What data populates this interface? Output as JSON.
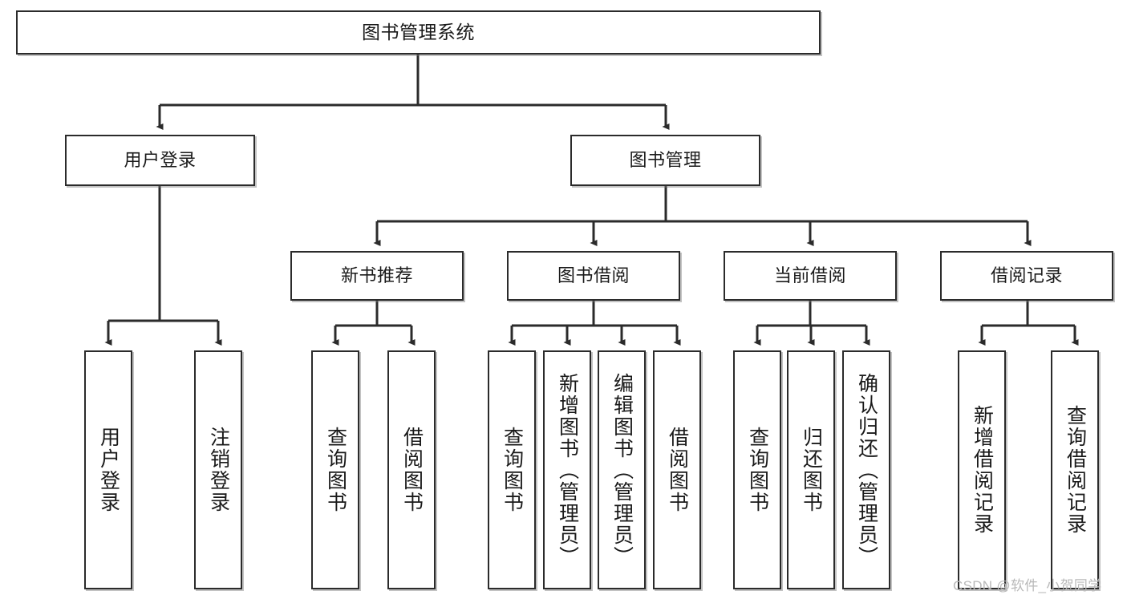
{
  "diagram": {
    "type": "tree-hierarchy",
    "title": "图书管理系统",
    "watermark": "CSDN @软件_小贺同学",
    "colors": {
      "box_border": "#2b2b2b",
      "box_fill": "#ffffff",
      "edge": "#2b2b2b",
      "text": "#1a1a1a",
      "watermark": "#b9b9b9"
    },
    "nodes": {
      "root": {
        "label": "图书管理系统",
        "level": 1
      },
      "user_login": {
        "label": "用户登录",
        "level": 2
      },
      "book_manage": {
        "label": "图书管理",
        "level": 2
      },
      "new_book_rec": {
        "label": "新书推荐",
        "level": 3
      },
      "book_borrow": {
        "label": "图书借阅",
        "level": 3
      },
      "current_borrow": {
        "label": "当前借阅",
        "level": 3
      },
      "borrow_record": {
        "label": "借阅记录",
        "level": 3
      },
      "leaf_user_login": {
        "label": "用户登录",
        "level": 4
      },
      "leaf_logout": {
        "label": "注销登录",
        "level": 4
      },
      "leaf_query_book_1": {
        "label": "查询图书",
        "level": 4
      },
      "leaf_borrow_book_1": {
        "label": "借阅图书",
        "level": 4
      },
      "leaf_query_book_2": {
        "label": "查询图书",
        "level": 4
      },
      "leaf_add_book": {
        "label": "新增图书（管理员）",
        "level": 4
      },
      "leaf_edit_book": {
        "label": "编辑图书（管理员）",
        "level": 4
      },
      "leaf_borrow_book_2": {
        "label": "借阅图书",
        "level": 4
      },
      "leaf_query_book_3": {
        "label": "查询图书",
        "level": 4
      },
      "leaf_return_book": {
        "label": "归还图书",
        "level": 4
      },
      "leaf_confirm_return": {
        "label": "确认归还（管理员）",
        "level": 4
      },
      "leaf_add_record": {
        "label": "新增借阅记录",
        "level": 4
      },
      "leaf_query_record": {
        "label": "查询借阅记录",
        "level": 4
      }
    },
    "edges": [
      {
        "from": "root",
        "to": "user_login"
      },
      {
        "from": "root",
        "to": "book_manage"
      },
      {
        "from": "user_login",
        "to": "leaf_user_login"
      },
      {
        "from": "user_login",
        "to": "leaf_logout"
      },
      {
        "from": "book_manage",
        "to": "new_book_rec"
      },
      {
        "from": "book_manage",
        "to": "book_borrow"
      },
      {
        "from": "book_manage",
        "to": "current_borrow"
      },
      {
        "from": "book_manage",
        "to": "borrow_record"
      },
      {
        "from": "new_book_rec",
        "to": "leaf_query_book_1"
      },
      {
        "from": "new_book_rec",
        "to": "leaf_borrow_book_1"
      },
      {
        "from": "book_borrow",
        "to": "leaf_query_book_2"
      },
      {
        "from": "book_borrow",
        "to": "leaf_add_book"
      },
      {
        "from": "book_borrow",
        "to": "leaf_edit_book"
      },
      {
        "from": "book_borrow",
        "to": "leaf_borrow_book_2"
      },
      {
        "from": "current_borrow",
        "to": "leaf_query_book_3"
      },
      {
        "from": "current_borrow",
        "to": "leaf_return_book"
      },
      {
        "from": "current_borrow",
        "to": "leaf_confirm_return"
      },
      {
        "from": "borrow_record",
        "to": "leaf_add_record"
      },
      {
        "from": "borrow_record",
        "to": "leaf_query_record"
      }
    ]
  }
}
